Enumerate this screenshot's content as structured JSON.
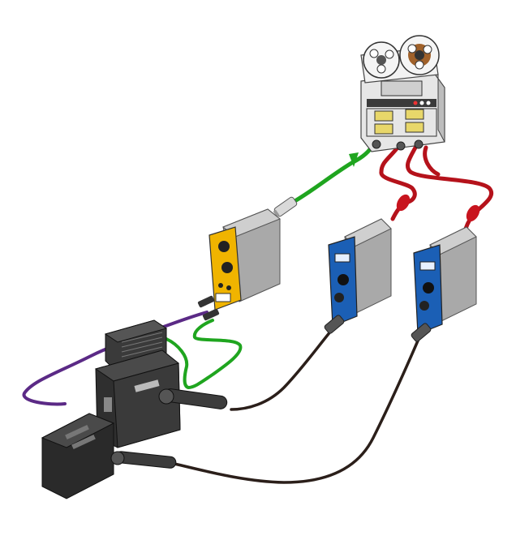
{
  "diagram": {
    "description_text": "",
    "colors": {
      "background": "#ffffff",
      "cable_green": "#1fa51f",
      "cable_red": "#b5121b",
      "cable_purple": "#5b2a86",
      "cable_dark": "#2b1f1a",
      "module_gold": "#f0b400",
      "module_blue": "#1b5fb5",
      "enclosure_gray": "#a7a7a7",
      "amp_black": "#2a2a2a"
    },
    "components": [
      {
        "id": "tape-machine",
        "kind": "reel-to-reel-recorder"
      },
      {
        "id": "module-gold",
        "kind": "500-series-module"
      },
      {
        "id": "module-blue-1",
        "kind": "500-series-module"
      },
      {
        "id": "module-blue-2",
        "kind": "500-series-module"
      },
      {
        "id": "guitar-amp-head",
        "kind": "amplifier"
      },
      {
        "id": "speaker-cab",
        "kind": "speaker"
      },
      {
        "id": "di-box",
        "kind": "pedal-box"
      },
      {
        "id": "mic-1",
        "kind": "microphone"
      },
      {
        "id": "mic-2",
        "kind": "microphone"
      }
    ],
    "connections": [
      {
        "from": "tape-machine",
        "to": "module-gold",
        "cable": "green"
      },
      {
        "from": "tape-machine",
        "to": "module-blue-1",
        "cable": "red"
      },
      {
        "from": "tape-machine",
        "to": "module-blue-2",
        "cable": "red"
      },
      {
        "from": "guitar-amp-head",
        "to": "module-gold",
        "cable": "purple"
      },
      {
        "from": "speaker-cab",
        "to": "module-gold",
        "cable": "green"
      },
      {
        "from": "mic-1",
        "to": "module-blue-1",
        "cable": "dark"
      },
      {
        "from": "mic-2",
        "to": "module-blue-2",
        "cable": "dark"
      }
    ]
  }
}
